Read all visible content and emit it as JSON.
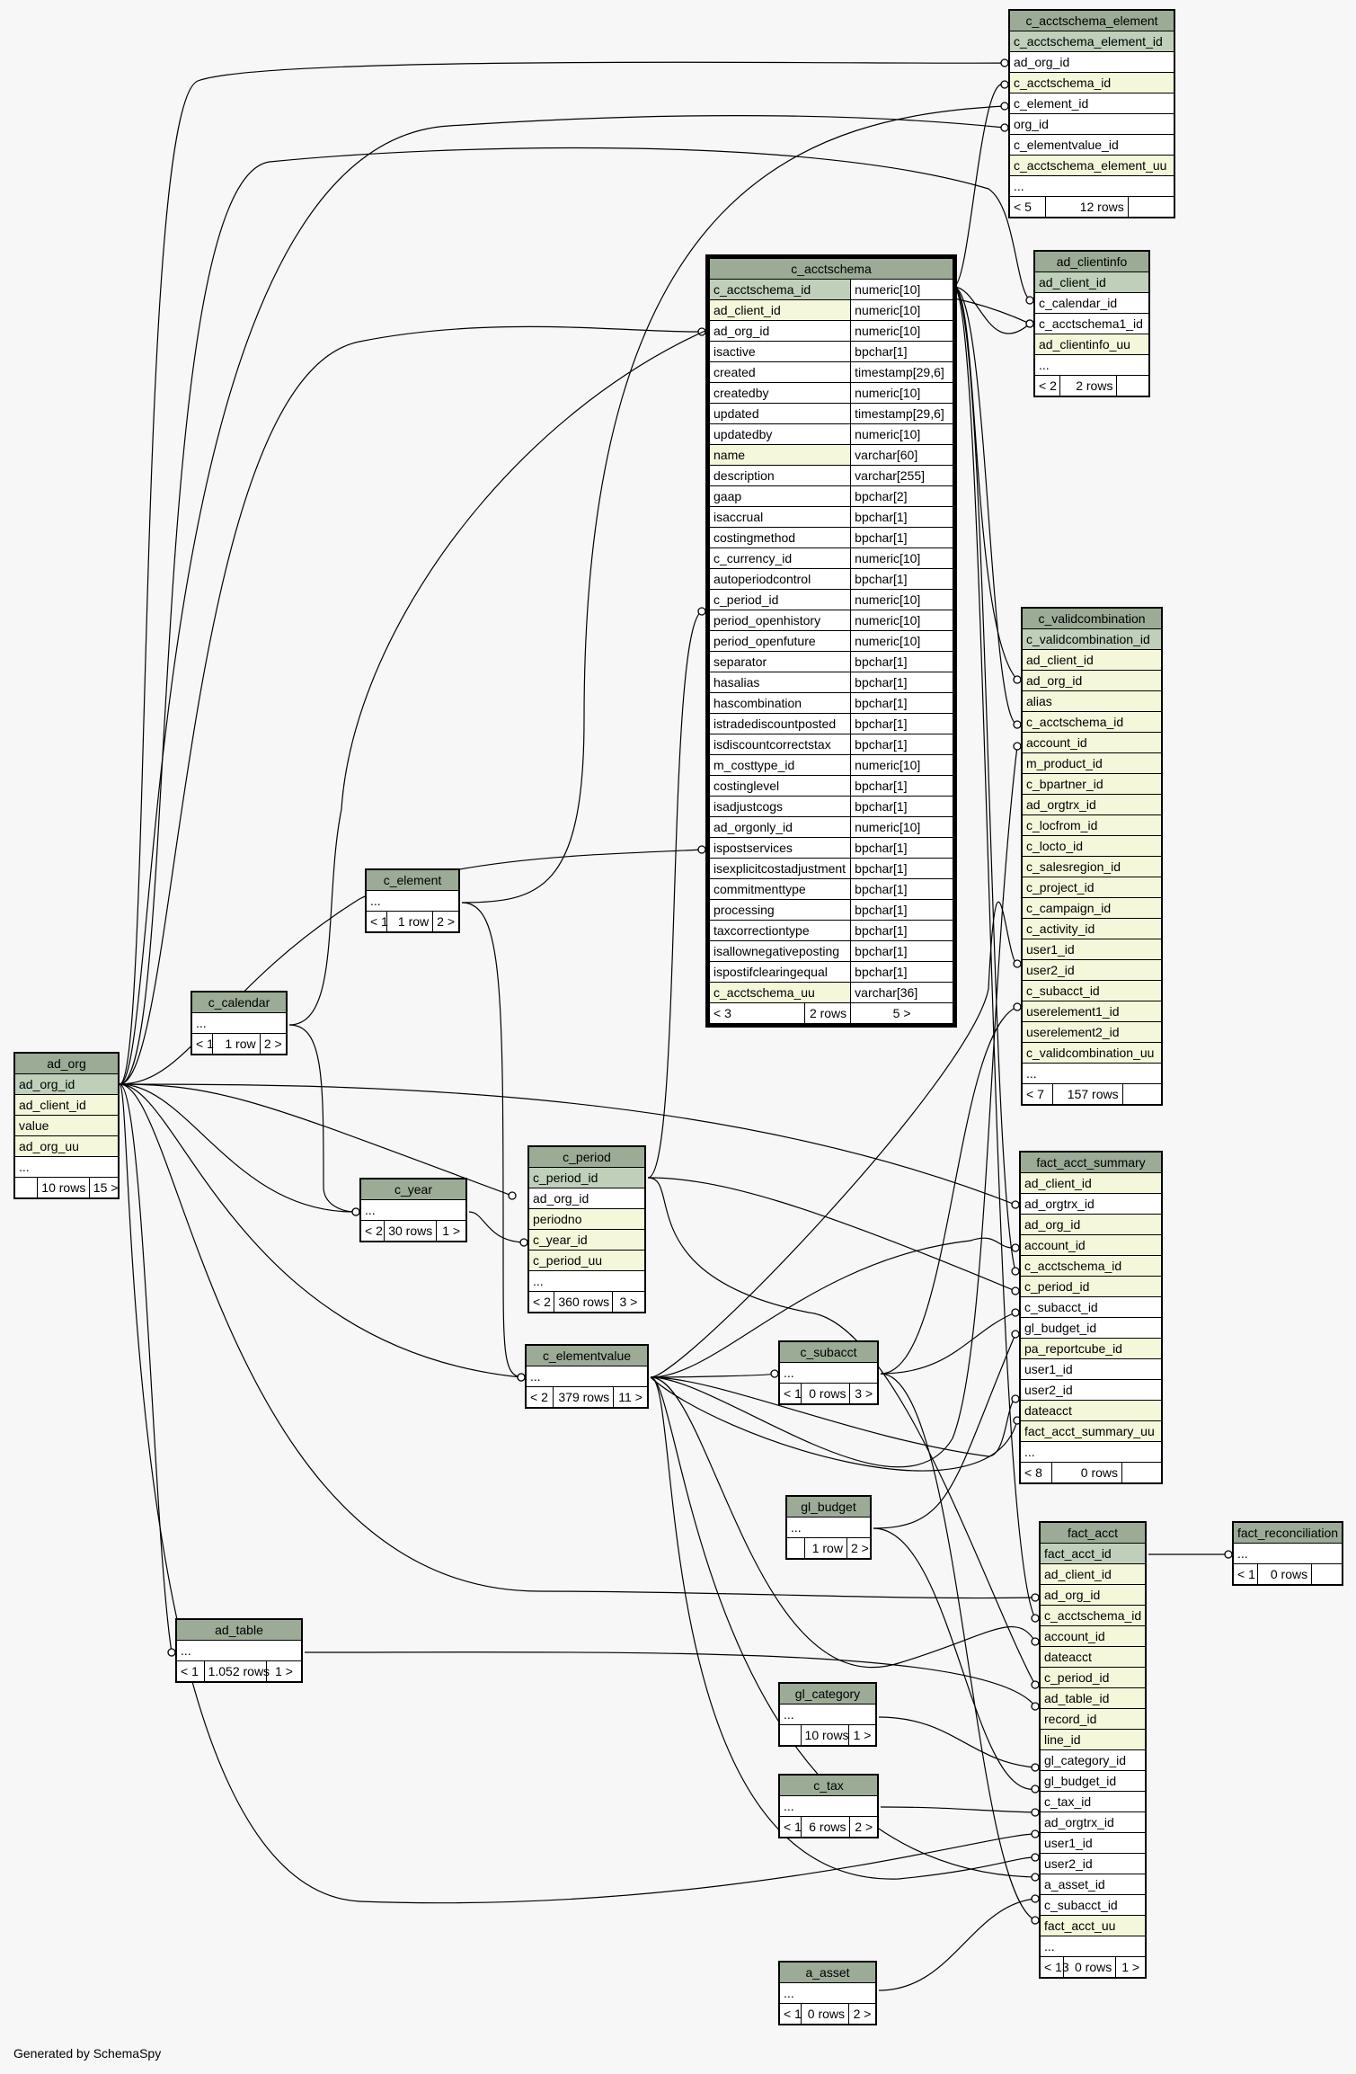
{
  "generated_by": "Generated by SchemaSpy",
  "tables": {
    "c_acctschema_element": {
      "name": "c_acctschema_element",
      "columns": [
        {
          "name": "c_acctschema_element_id",
          "style": "pk"
        },
        {
          "name": "ad_org_id",
          "style": "plain"
        },
        {
          "name": "c_acctschema_id",
          "style": "ix"
        },
        {
          "name": "c_element_id",
          "style": "plain"
        },
        {
          "name": "org_id",
          "style": "plain"
        },
        {
          "name": "c_elementvalue_id",
          "style": "plain"
        },
        {
          "name": "c_acctschema_element_uu",
          "style": "ix"
        },
        {
          "name": "...",
          "style": "plain"
        }
      ],
      "footer": [
        "< 5",
        "12 rows",
        ""
      ]
    },
    "ad_clientinfo": {
      "name": "ad_clientinfo",
      "columns": [
        {
          "name": "ad_client_id",
          "style": "pk"
        },
        {
          "name": "c_calendar_id",
          "style": "plain"
        },
        {
          "name": "c_acctschema1_id",
          "style": "plain"
        },
        {
          "name": "ad_clientinfo_uu",
          "style": "ix"
        },
        {
          "name": "...",
          "style": "plain"
        }
      ],
      "footer": [
        "< 2",
        "2 rows",
        ""
      ]
    },
    "c_acctschema": {
      "name": "c_acctschema",
      "columns": [
        {
          "name": "c_acctschema_id",
          "type": "numeric[10]",
          "style": "pk"
        },
        {
          "name": "ad_client_id",
          "type": "numeric[10]",
          "style": "ix"
        },
        {
          "name": "ad_org_id",
          "type": "numeric[10]",
          "style": "plain"
        },
        {
          "name": "isactive",
          "type": "bpchar[1]",
          "style": "plain"
        },
        {
          "name": "created",
          "type": "timestamp[29,6]",
          "style": "plain"
        },
        {
          "name": "createdby",
          "type": "numeric[10]",
          "style": "plain"
        },
        {
          "name": "updated",
          "type": "timestamp[29,6]",
          "style": "plain"
        },
        {
          "name": "updatedby",
          "type": "numeric[10]",
          "style": "plain"
        },
        {
          "name": "name",
          "type": "varchar[60]",
          "style": "ix"
        },
        {
          "name": "description",
          "type": "varchar[255]",
          "style": "plain"
        },
        {
          "name": "gaap",
          "type": "bpchar[2]",
          "style": "plain"
        },
        {
          "name": "isaccrual",
          "type": "bpchar[1]",
          "style": "plain"
        },
        {
          "name": "costingmethod",
          "type": "bpchar[1]",
          "style": "plain"
        },
        {
          "name": "c_currency_id",
          "type": "numeric[10]",
          "style": "plain"
        },
        {
          "name": "autoperiodcontrol",
          "type": "bpchar[1]",
          "style": "plain"
        },
        {
          "name": "c_period_id",
          "type": "numeric[10]",
          "style": "plain"
        },
        {
          "name": "period_openhistory",
          "type": "numeric[10]",
          "style": "plain"
        },
        {
          "name": "period_openfuture",
          "type": "numeric[10]",
          "style": "plain"
        },
        {
          "name": "separator",
          "type": "bpchar[1]",
          "style": "plain"
        },
        {
          "name": "hasalias",
          "type": "bpchar[1]",
          "style": "plain"
        },
        {
          "name": "hascombination",
          "type": "bpchar[1]",
          "style": "plain"
        },
        {
          "name": "istradediscountposted",
          "type": "bpchar[1]",
          "style": "plain"
        },
        {
          "name": "isdiscountcorrectstax",
          "type": "bpchar[1]",
          "style": "plain"
        },
        {
          "name": "m_costtype_id",
          "type": "numeric[10]",
          "style": "plain"
        },
        {
          "name": "costinglevel",
          "type": "bpchar[1]",
          "style": "plain"
        },
        {
          "name": "isadjustcogs",
          "type": "bpchar[1]",
          "style": "plain"
        },
        {
          "name": "ad_orgonly_id",
          "type": "numeric[10]",
          "style": "plain"
        },
        {
          "name": "ispostservices",
          "type": "bpchar[1]",
          "style": "plain"
        },
        {
          "name": "isexplicitcostadjustment",
          "type": "bpchar[1]",
          "style": "plain"
        },
        {
          "name": "commitmenttype",
          "type": "bpchar[1]",
          "style": "plain"
        },
        {
          "name": "processing",
          "type": "bpchar[1]",
          "style": "plain"
        },
        {
          "name": "taxcorrectiontype",
          "type": "bpchar[1]",
          "style": "plain"
        },
        {
          "name": "isallownegativeposting",
          "type": "bpchar[1]",
          "style": "plain"
        },
        {
          "name": "ispostifclearingequal",
          "type": "bpchar[1]",
          "style": "plain"
        },
        {
          "name": "c_acctschema_uu",
          "type": "varchar[36]",
          "style": "ix"
        }
      ],
      "footer": [
        "< 3",
        "2 rows",
        "5 >"
      ]
    },
    "c_validcombination": {
      "name": "c_validcombination",
      "columns": [
        {
          "name": "c_validcombination_id",
          "style": "pk"
        },
        {
          "name": "ad_client_id",
          "style": "ix"
        },
        {
          "name": "ad_org_id",
          "style": "ix"
        },
        {
          "name": "alias",
          "style": "ix"
        },
        {
          "name": "c_acctschema_id",
          "style": "ix"
        },
        {
          "name": "account_id",
          "style": "ix"
        },
        {
          "name": "m_product_id",
          "style": "ix"
        },
        {
          "name": "c_bpartner_id",
          "style": "ix"
        },
        {
          "name": "ad_orgtrx_id",
          "style": "ix"
        },
        {
          "name": "c_locfrom_id",
          "style": "ix"
        },
        {
          "name": "c_locto_id",
          "style": "ix"
        },
        {
          "name": "c_salesregion_id",
          "style": "ix"
        },
        {
          "name": "c_project_id",
          "style": "ix"
        },
        {
          "name": "c_campaign_id",
          "style": "ix"
        },
        {
          "name": "c_activity_id",
          "style": "ix"
        },
        {
          "name": "user1_id",
          "style": "ix"
        },
        {
          "name": "user2_id",
          "style": "ix"
        },
        {
          "name": "c_subacct_id",
          "style": "ix"
        },
        {
          "name": "userelement1_id",
          "style": "ix"
        },
        {
          "name": "userelement2_id",
          "style": "ix"
        },
        {
          "name": "c_validcombination_uu",
          "style": "ix"
        },
        {
          "name": "...",
          "style": "plain"
        }
      ],
      "footer": [
        "< 7",
        "157 rows",
        ""
      ]
    },
    "fact_acct_summary": {
      "name": "fact_acct_summary",
      "columns": [
        {
          "name": "ad_client_id",
          "style": "ix"
        },
        {
          "name": "ad_orgtrx_id",
          "style": "plain"
        },
        {
          "name": "ad_org_id",
          "style": "ix"
        },
        {
          "name": "account_id",
          "style": "ix"
        },
        {
          "name": "c_acctschema_id",
          "style": "ix"
        },
        {
          "name": "c_period_id",
          "style": "ix"
        },
        {
          "name": "c_subacct_id",
          "style": "plain"
        },
        {
          "name": "gl_budget_id",
          "style": "plain"
        },
        {
          "name": "pa_reportcube_id",
          "style": "ix"
        },
        {
          "name": "user1_id",
          "style": "plain"
        },
        {
          "name": "user2_id",
          "style": "plain"
        },
        {
          "name": "dateacct",
          "style": "ix"
        },
        {
          "name": "fact_acct_summary_uu",
          "style": "ix"
        },
        {
          "name": "...",
          "style": "plain"
        }
      ],
      "footer": [
        "< 8",
        "0 rows",
        ""
      ]
    },
    "fact_acct": {
      "name": "fact_acct",
      "columns": [
        {
          "name": "fact_acct_id",
          "style": "pk"
        },
        {
          "name": "ad_client_id",
          "style": "ix"
        },
        {
          "name": "ad_org_id",
          "style": "ix"
        },
        {
          "name": "c_acctschema_id",
          "style": "ix"
        },
        {
          "name": "account_id",
          "style": "ix"
        },
        {
          "name": "dateacct",
          "style": "ix"
        },
        {
          "name": "c_period_id",
          "style": "ix"
        },
        {
          "name": "ad_table_id",
          "style": "ix"
        },
        {
          "name": "record_id",
          "style": "ix"
        },
        {
          "name": "line_id",
          "style": "ix"
        },
        {
          "name": "gl_category_id",
          "style": "plain"
        },
        {
          "name": "gl_budget_id",
          "style": "plain"
        },
        {
          "name": "c_tax_id",
          "style": "plain"
        },
        {
          "name": "ad_orgtrx_id",
          "style": "plain"
        },
        {
          "name": "user1_id",
          "style": "plain"
        },
        {
          "name": "user2_id",
          "style": "plain"
        },
        {
          "name": "a_asset_id",
          "style": "plain"
        },
        {
          "name": "c_subacct_id",
          "style": "plain"
        },
        {
          "name": "fact_acct_uu",
          "style": "ix"
        },
        {
          "name": "...",
          "style": "plain"
        }
      ],
      "footer": [
        "< 13",
        "0 rows",
        "1 >"
      ]
    },
    "fact_reconciliation": {
      "name": "fact_reconciliation",
      "columns": [
        {
          "name": "...",
          "style": "plain"
        }
      ],
      "footer": [
        "< 1",
        "0 rows",
        ""
      ]
    },
    "ad_org": {
      "name": "ad_org",
      "columns": [
        {
          "name": "ad_org_id",
          "style": "pk"
        },
        {
          "name": "ad_client_id",
          "style": "ix"
        },
        {
          "name": "value",
          "style": "ix"
        },
        {
          "name": "ad_org_uu",
          "style": "ix"
        },
        {
          "name": "...",
          "style": "plain"
        }
      ],
      "footer": [
        "",
        "10 rows",
        "15 >"
      ]
    },
    "c_element": {
      "name": "c_element",
      "columns": [
        {
          "name": "...",
          "style": "plain"
        }
      ],
      "footer": [
        "< 1",
        "1 row",
        "2 >"
      ]
    },
    "c_calendar": {
      "name": "c_calendar",
      "columns": [
        {
          "name": "...",
          "style": "plain"
        }
      ],
      "footer": [
        "< 1",
        "1 row",
        "2 >"
      ]
    },
    "c_year": {
      "name": "c_year",
      "columns": [
        {
          "name": "...",
          "style": "plain"
        }
      ],
      "footer": [
        "< 2",
        "30 rows",
        "1 >"
      ]
    },
    "c_period": {
      "name": "c_period",
      "columns": [
        {
          "name": "c_period_id",
          "style": "pk"
        },
        {
          "name": "ad_org_id",
          "style": "plain"
        },
        {
          "name": "periodno",
          "style": "ix"
        },
        {
          "name": "c_year_id",
          "style": "ix"
        },
        {
          "name": "c_period_uu",
          "style": "ix"
        },
        {
          "name": "...",
          "style": "plain"
        }
      ],
      "footer": [
        "< 2",
        "360 rows",
        "3 >"
      ]
    },
    "c_elementvalue": {
      "name": "c_elementvalue",
      "columns": [
        {
          "name": "...",
          "style": "plain"
        }
      ],
      "footer": [
        "< 2",
        "379 rows",
        "11 >"
      ]
    },
    "c_subacct": {
      "name": "c_subacct",
      "columns": [
        {
          "name": "...",
          "style": "plain"
        }
      ],
      "footer": [
        "< 1",
        "0 rows",
        "3 >"
      ]
    },
    "gl_budget": {
      "name": "gl_budget",
      "columns": [
        {
          "name": "...",
          "style": "plain"
        }
      ],
      "footer": [
        "",
        "1 row",
        "2 >"
      ]
    },
    "ad_table": {
      "name": "ad_table",
      "columns": [
        {
          "name": "...",
          "style": "plain"
        }
      ],
      "footer": [
        "< 1",
        "1.052 rows",
        "1 >"
      ]
    },
    "gl_category": {
      "name": "gl_category",
      "columns": [
        {
          "name": "...",
          "style": "plain"
        }
      ],
      "footer": [
        "",
        "10 rows",
        "1 >"
      ]
    },
    "c_tax": {
      "name": "c_tax",
      "columns": [
        {
          "name": "...",
          "style": "plain"
        }
      ],
      "footer": [
        "< 1",
        "6 rows",
        "2 >"
      ]
    },
    "a_asset": {
      "name": "a_asset",
      "columns": [
        {
          "name": "...",
          "style": "plain"
        }
      ],
      "footer": [
        "< 1",
        "0 rows",
        "2 >"
      ]
    }
  },
  "colors": {
    "header": "#9bab96",
    "primary_key": "#bfcfba",
    "indexed": "#f4f7da",
    "background": "#f7f7f7"
  }
}
